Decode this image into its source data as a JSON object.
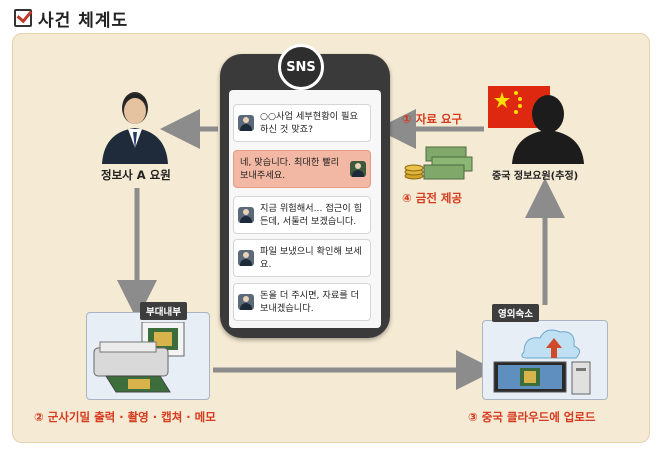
{
  "title": "사건 체계도",
  "phone": {
    "badge": "SNS",
    "messages": [
      {
        "text": "○○사업 세부현황이 필요하신 것 맞죠?"
      },
      {
        "text": "네, 맞습니다. 최대한 빨리 보내주세요."
      },
      {
        "text": "지금 위험해서... 접근이 힘든데, 서둘러 보겠습니다."
      },
      {
        "text": "파일 보냈으니 확인해 보세요."
      },
      {
        "text": "돈을 더 주시면, 자료를 더 보내겠습니다."
      }
    ]
  },
  "agent_a": {
    "label": "정보사 A 요원"
  },
  "china_agent": {
    "label": "중국 정보요원(추정)"
  },
  "steps": {
    "step1": "① 자료 요구",
    "step2": "② 군사기밀 출력 · 촬영 · 캡쳐 · 메모",
    "step3": "③ 중국 클라우드에 업로드",
    "step4": "④ 금전 제공"
  },
  "tags": {
    "unit_inside": "부대내부",
    "lodging": "영외숙소"
  },
  "colors": {
    "accent_red": "#d63a1f",
    "panel_bg": "#f5ead3",
    "phone_body": "#3a3a3a"
  }
}
